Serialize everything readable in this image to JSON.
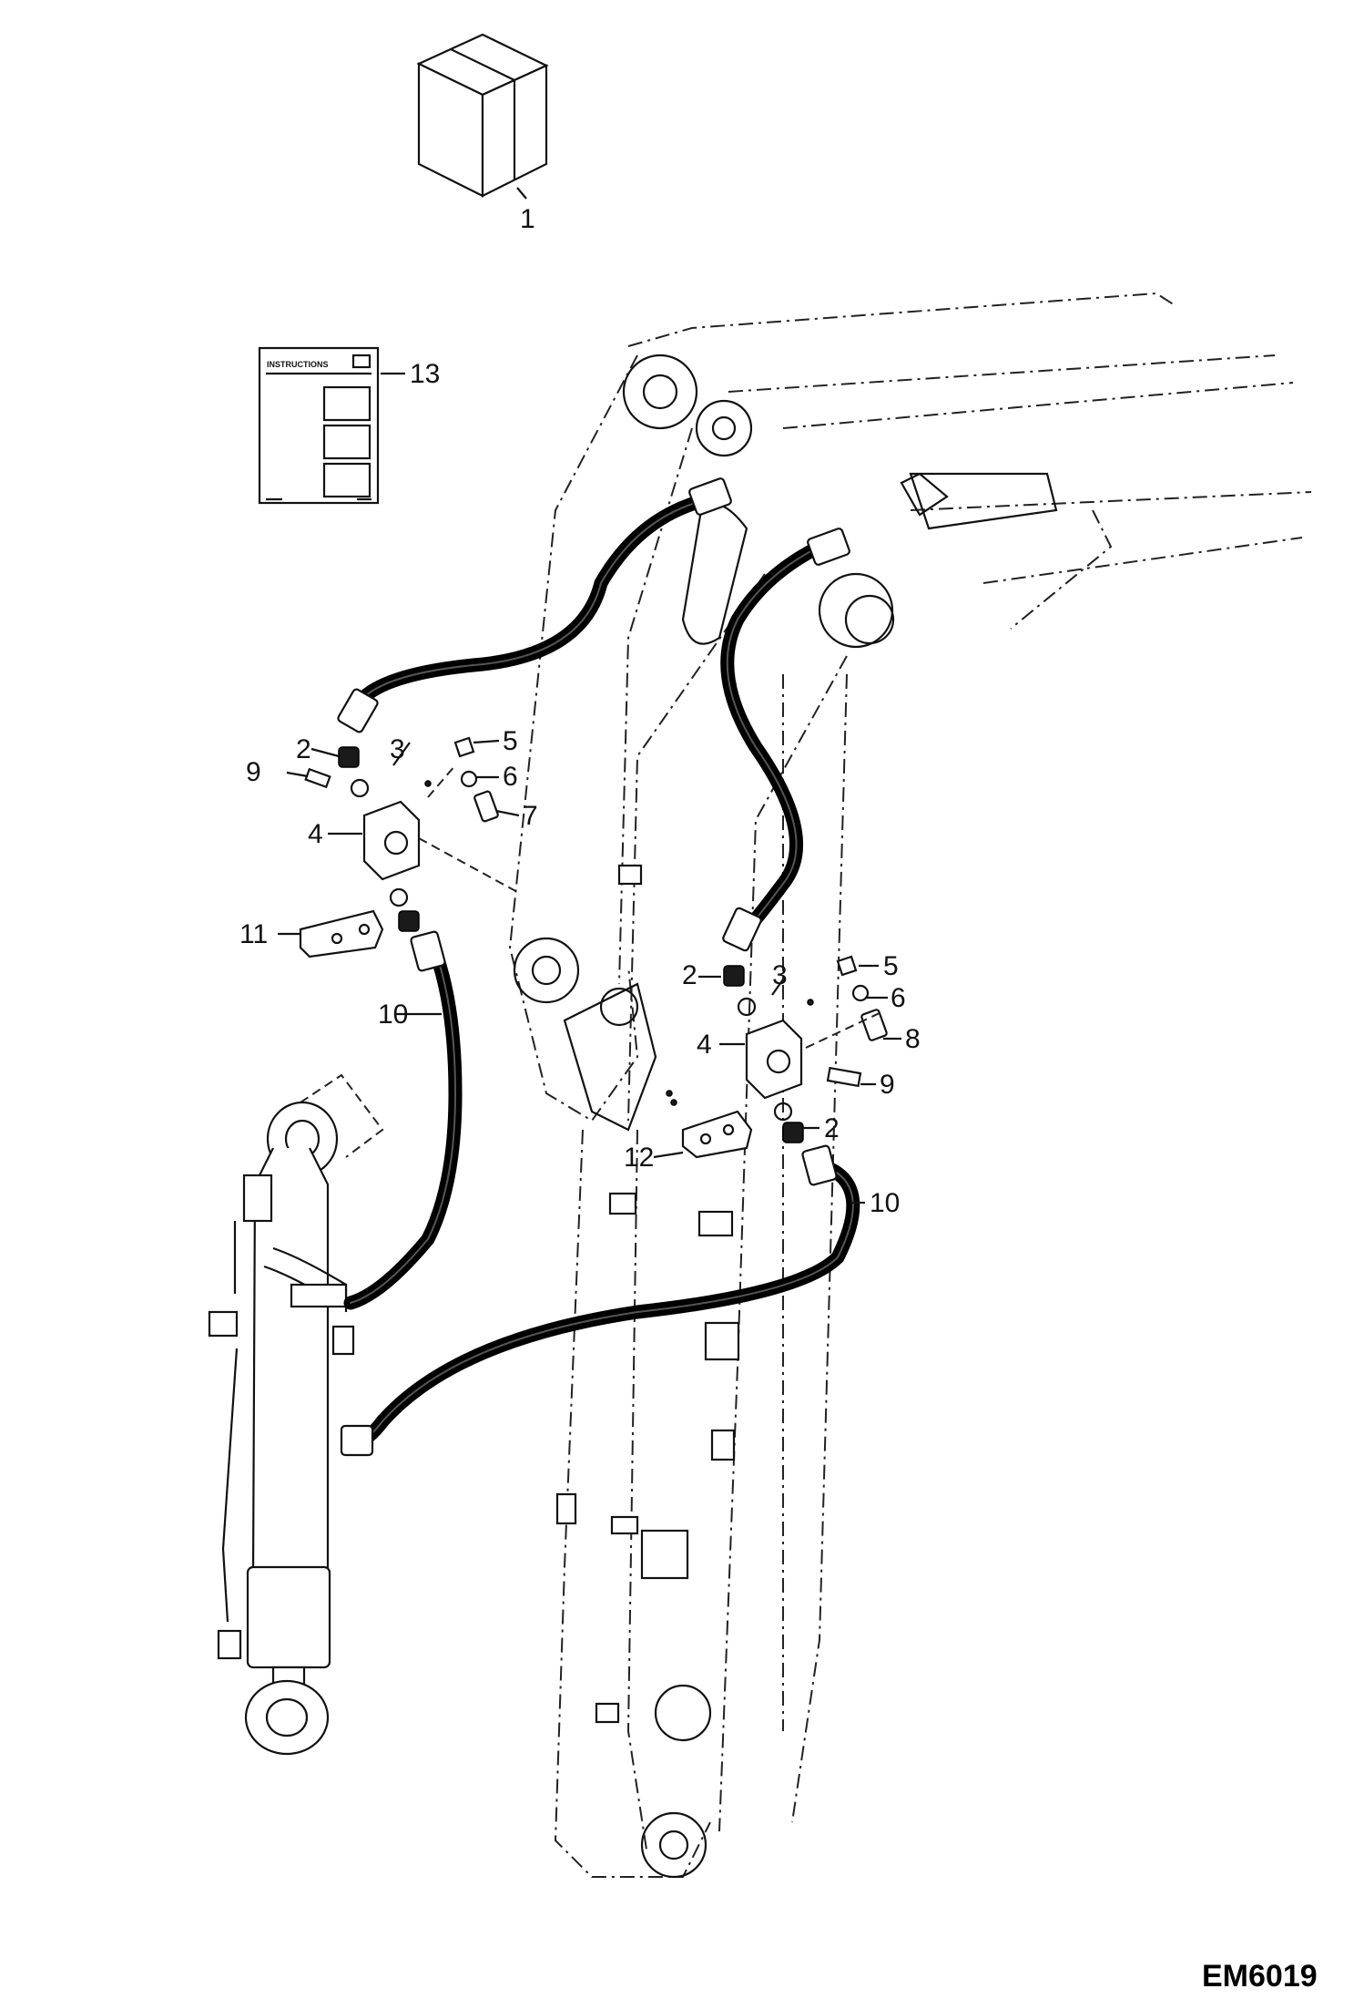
{
  "diagram": {
    "drawing_code": "EM6019",
    "instruction_sheet_title": "INSTRUCTIONS",
    "callouts": [
      {
        "id": "c1",
        "label": "1"
      },
      {
        "id": "c13",
        "label": "13"
      },
      {
        "id": "c2a",
        "label": "2"
      },
      {
        "id": "c3a",
        "label": "3"
      },
      {
        "id": "c5a",
        "label": "5"
      },
      {
        "id": "c6a",
        "label": "6"
      },
      {
        "id": "c7",
        "label": "7"
      },
      {
        "id": "c9a",
        "label": "9"
      },
      {
        "id": "c4a",
        "label": "4"
      },
      {
        "id": "c11",
        "label": "11"
      },
      {
        "id": "c10a",
        "label": "10"
      },
      {
        "id": "c2b",
        "label": "2"
      },
      {
        "id": "c3b",
        "label": "3"
      },
      {
        "id": "c5b",
        "label": "5"
      },
      {
        "id": "c6b",
        "label": "6"
      },
      {
        "id": "c8",
        "label": "8"
      },
      {
        "id": "c4b",
        "label": "4"
      },
      {
        "id": "c9b",
        "label": "9"
      },
      {
        "id": "c2c",
        "label": "2"
      },
      {
        "id": "c12",
        "label": "12"
      },
      {
        "id": "c10b",
        "label": "10"
      }
    ]
  }
}
